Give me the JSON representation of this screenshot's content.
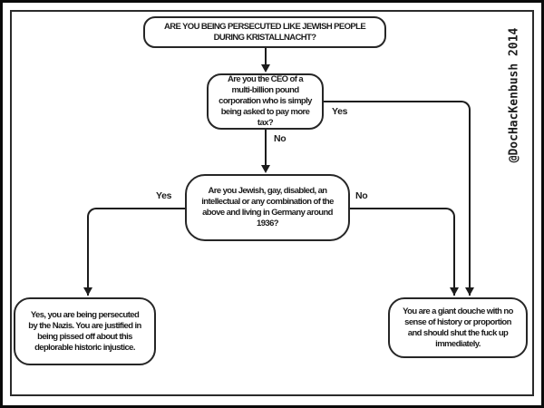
{
  "attribution": "@DocHacKenbush 2014",
  "colors": {
    "line": "#1c1c1c",
    "background": "#ffffff",
    "text": "#1c1c1c"
  },
  "nodes": {
    "start": {
      "text": "ARE YOU BEING PERSECUTED LIKE JEWISH PEOPLE DURING KRISTALLNACHT?",
      "lines": [
        "ARE YOU BEING PERSECUTED LIKE JEWISH PEOPLE",
        "DURING KRISTALLNACHT?"
      ]
    },
    "ceo": {
      "text": "Are you the CEO of a multi-billion pound corporation who is simply being asked to pay more tax?",
      "lines": [
        "Are you the CEO of a",
        "multi-billion pound",
        "corporation who is simply",
        "being asked to pay more",
        "tax?"
      ]
    },
    "nazi": {
      "text": "Are you Jewish, gay, disabled, an intellectual or any combination of the above and living in Germany around 1936?",
      "lines": [
        "Are you Jewish, gay, disabled, an",
        "intellectual or any combination of the",
        "above and living in Germany around",
        "1936?"
      ]
    },
    "persecuted": {
      "text": "Yes, you are being persecuted by the Nazis. You are justified in being pissed off about this deplorable historic injustice.",
      "lines": [
        "Yes, you are being persecuted",
        "by the Nazis. You are justified in",
        "being pissed off about this",
        "deplorable historic injustice."
      ]
    },
    "douche": {
      "text": "You are a giant douche with no sense of history or proportion and should shut the fuck up immediately.",
      "lines": [
        "You are a giant douche with no",
        "sense of history or proportion",
        "and should shut the fuck up",
        "immediately."
      ]
    }
  },
  "edge_labels": {
    "ceo_yes": "Yes",
    "ceo_no": "No",
    "nazi_yes": "Yes",
    "nazi_no": "No"
  }
}
